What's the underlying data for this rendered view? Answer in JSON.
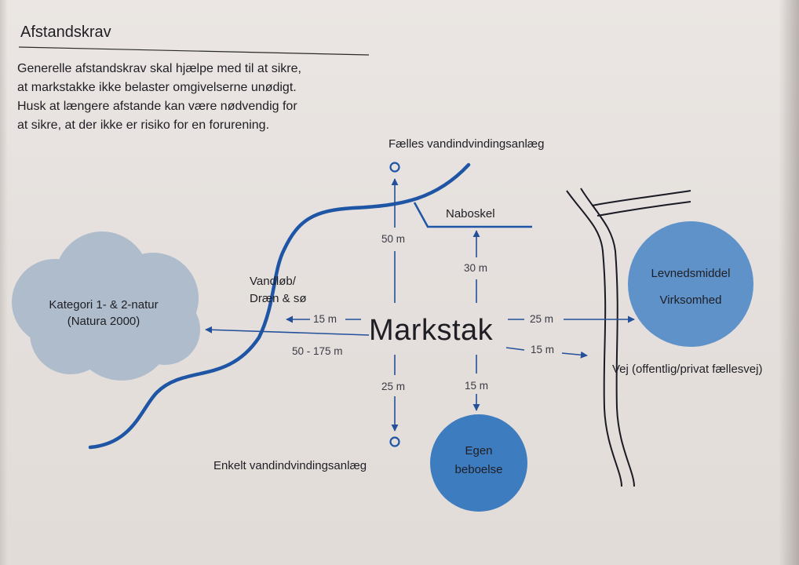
{
  "heading": "Afstandskrav",
  "intro_lines": [
    "Generelle afstandskrav skal hjælpe med til at sikre,",
    "at markstakke ikke belaster omgivelserne unødigt.",
    "Husk at længere afstande kan være nødvendig for",
    "at sikre, at der ikke er risiko for en forurening."
  ],
  "center": "Markstak",
  "labels": {
    "faelles": "Fælles vandindvindingsanlæg",
    "naboskel": "Naboskel",
    "vandlob_line1": "Vandløb/",
    "vandlob_line2": "Dræn & sø",
    "natur_line1": "Kategori 1- & 2-natur",
    "natur_line2": "(Natura 2000)",
    "levneds_line1": "Levnedsmiddel",
    "levneds_line2": "Virksomhed",
    "vej": "Vej (offentlig/privat fællesvej)",
    "enkelt": "Enkelt vandindvindingsanlæg",
    "egen_line1": "Egen",
    "egen_line2": "beboelse"
  },
  "distances": {
    "faelles": "50 m",
    "naboskel": "30 m",
    "vandlob": "15 m",
    "natur": "50 - 175 m",
    "levneds": "25 m",
    "vej": "15 m",
    "enkelt": "25 m",
    "egen": "15 m"
  },
  "colors": {
    "line_blue": "#1f55a5",
    "arrow_blue": "#23509a",
    "natur_grey": "#aebccb",
    "levneds_blue": "#5e92c9",
    "egen_blue": "#3e7cc0",
    "text": "#1e1e24",
    "road": "#1a1a24"
  }
}
